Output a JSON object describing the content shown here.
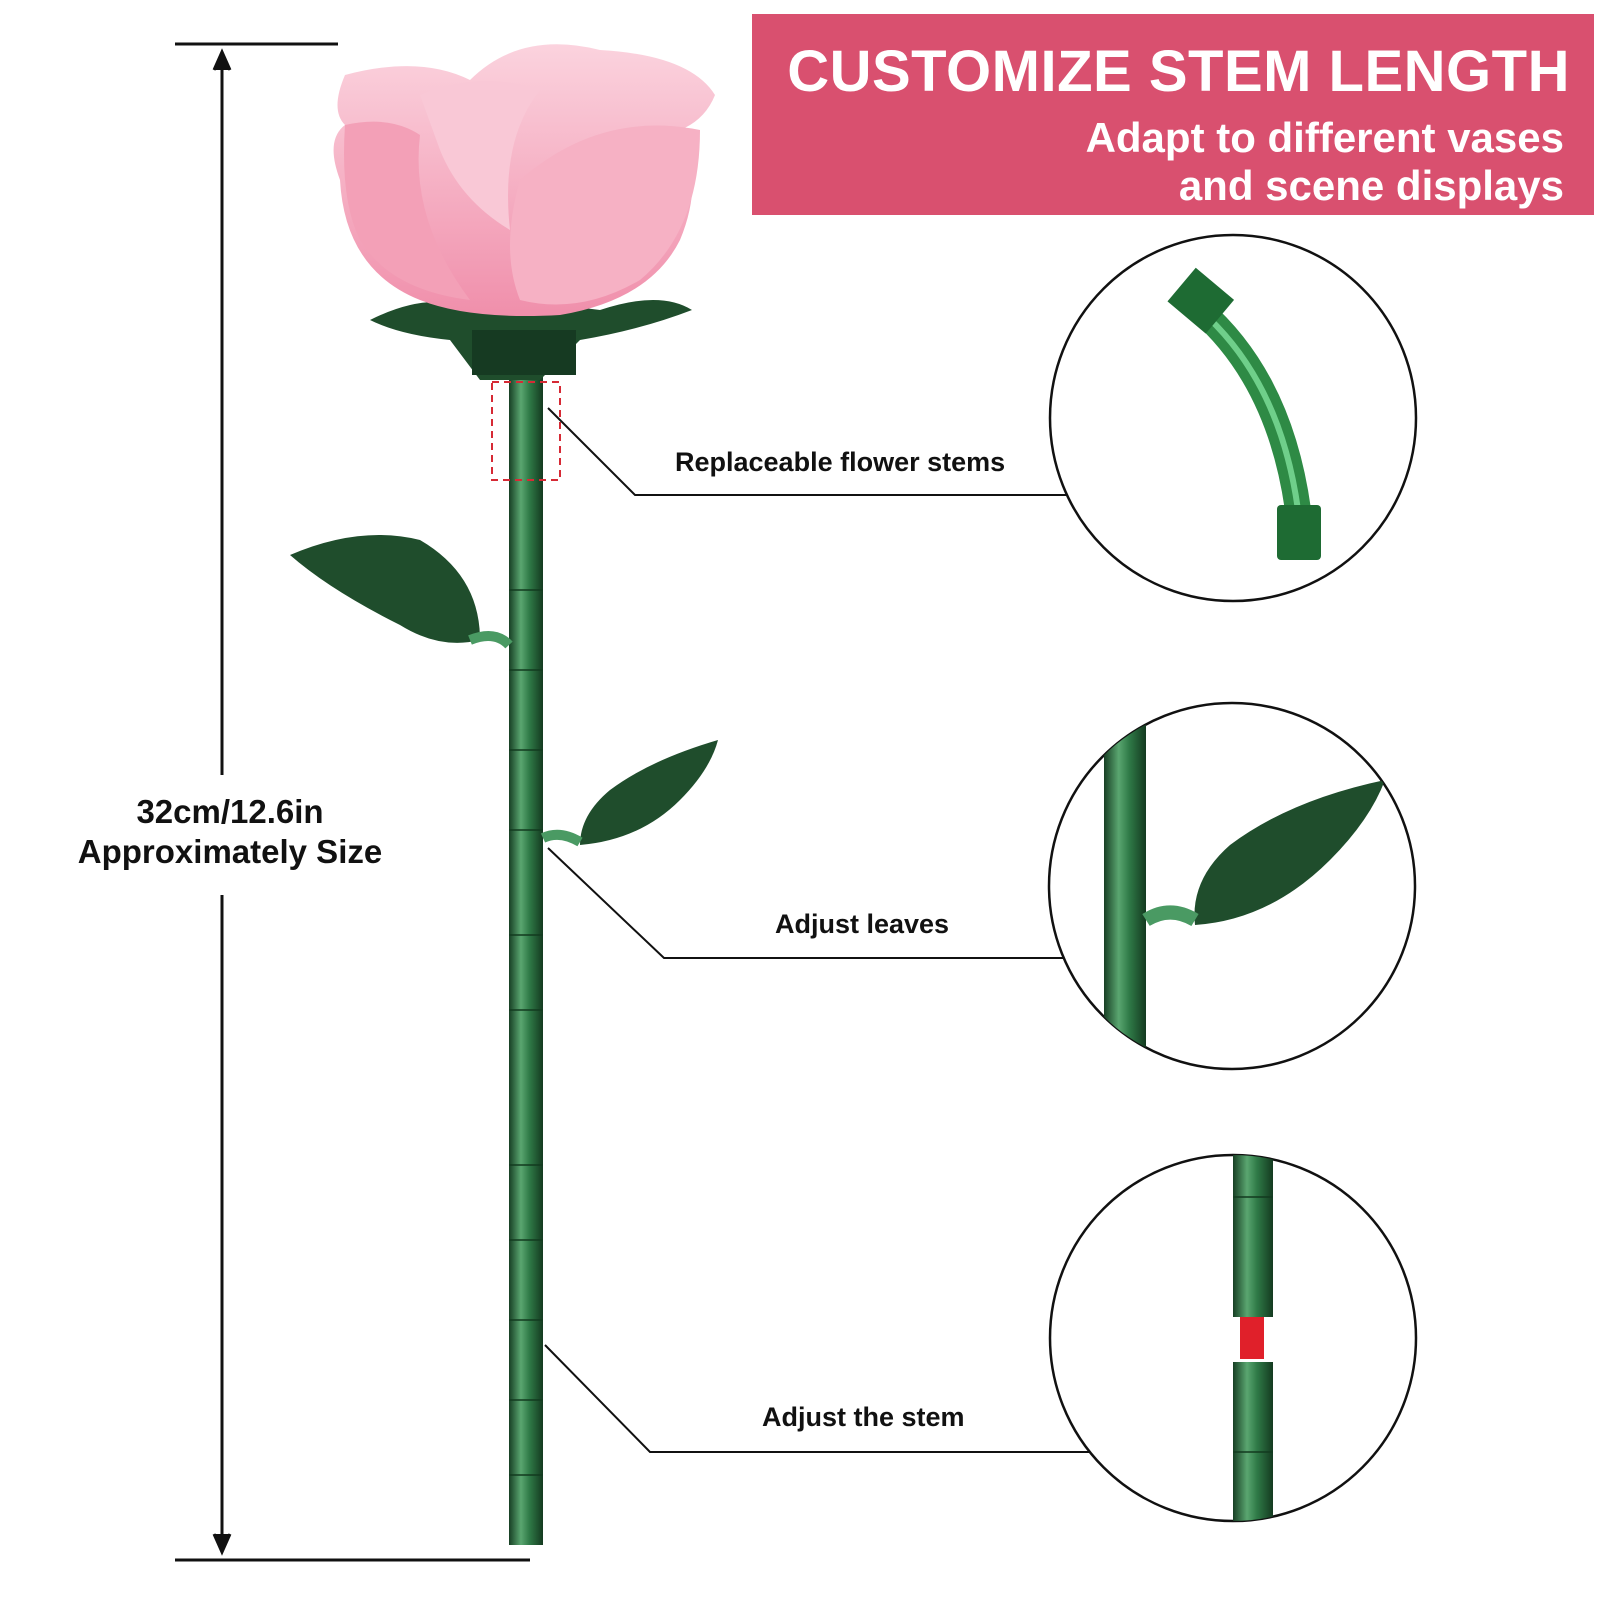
{
  "banner": {
    "title": "CUSTOMIZE STEM LENGTH",
    "subtitle_line1": "Adapt to different vases",
    "subtitle_line2": "and scene displays",
    "background_color": "#d9506f"
  },
  "dimension": {
    "line1": "32cm/12.6in",
    "line2": "Approximately Size"
  },
  "callouts": [
    {
      "label": "Replaceable flower stems",
      "detail": "curved-stem-piece"
    },
    {
      "label": "Adjust leaves",
      "detail": "leaf-attached-to-stem"
    },
    {
      "label": "Adjust the stem",
      "detail": "stem-segments-with-red-connector"
    }
  ],
  "colors": {
    "petal": "#f4a7bd",
    "stem": "#2f7a47",
    "leaf": "#1f4d2c",
    "connector": "#e0202a",
    "highlight_box": "#d62a35"
  }
}
